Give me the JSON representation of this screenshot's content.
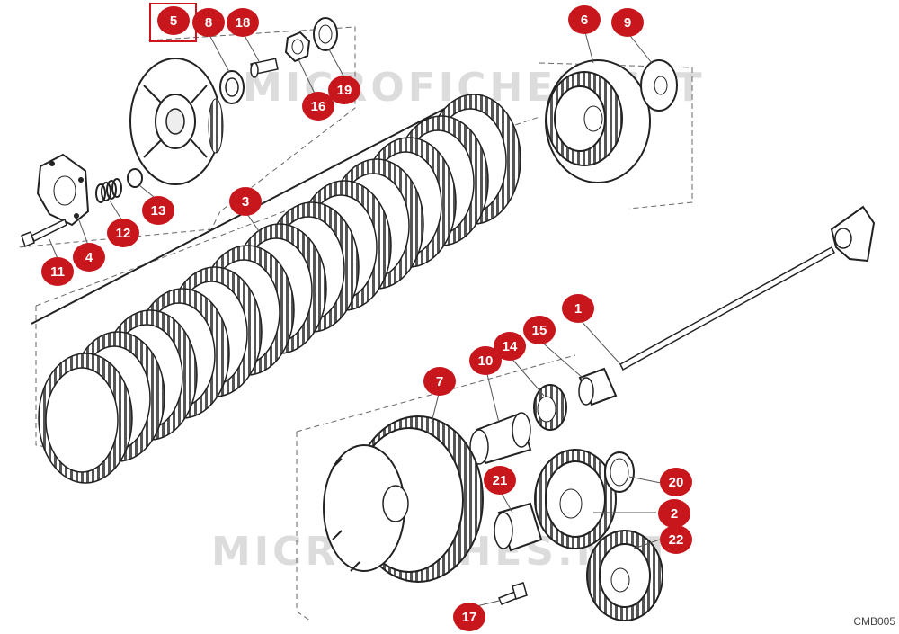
{
  "diagram": {
    "code": "CMB005",
    "watermark": "MICROFICHES.NET",
    "selected_part": "5",
    "parts": [
      {
        "id": "p1",
        "label": "1"
      },
      {
        "id": "p2",
        "label": "2"
      },
      {
        "id": "p3",
        "label": "3"
      },
      {
        "id": "p4",
        "label": "4"
      },
      {
        "id": "p5",
        "label": "5"
      },
      {
        "id": "p6",
        "label": "6"
      },
      {
        "id": "p7",
        "label": "7"
      },
      {
        "id": "p8",
        "label": "8"
      },
      {
        "id": "p9",
        "label": "9"
      },
      {
        "id": "p10",
        "label": "10"
      },
      {
        "id": "p11",
        "label": "11"
      },
      {
        "id": "p12",
        "label": "12"
      },
      {
        "id": "p13",
        "label": "13"
      },
      {
        "id": "p14",
        "label": "14"
      },
      {
        "id": "p15",
        "label": "15"
      },
      {
        "id": "p16",
        "label": "16"
      },
      {
        "id": "p17",
        "label": "17"
      },
      {
        "id": "p18",
        "label": "18"
      },
      {
        "id": "p19",
        "label": "19"
      },
      {
        "id": "p20",
        "label": "20"
      },
      {
        "id": "p21",
        "label": "21"
      },
      {
        "id": "p22",
        "label": "22"
      }
    ],
    "colors": {
      "callout": "#c8161d",
      "highlight": "#d0141b",
      "line": "#222222"
    }
  }
}
